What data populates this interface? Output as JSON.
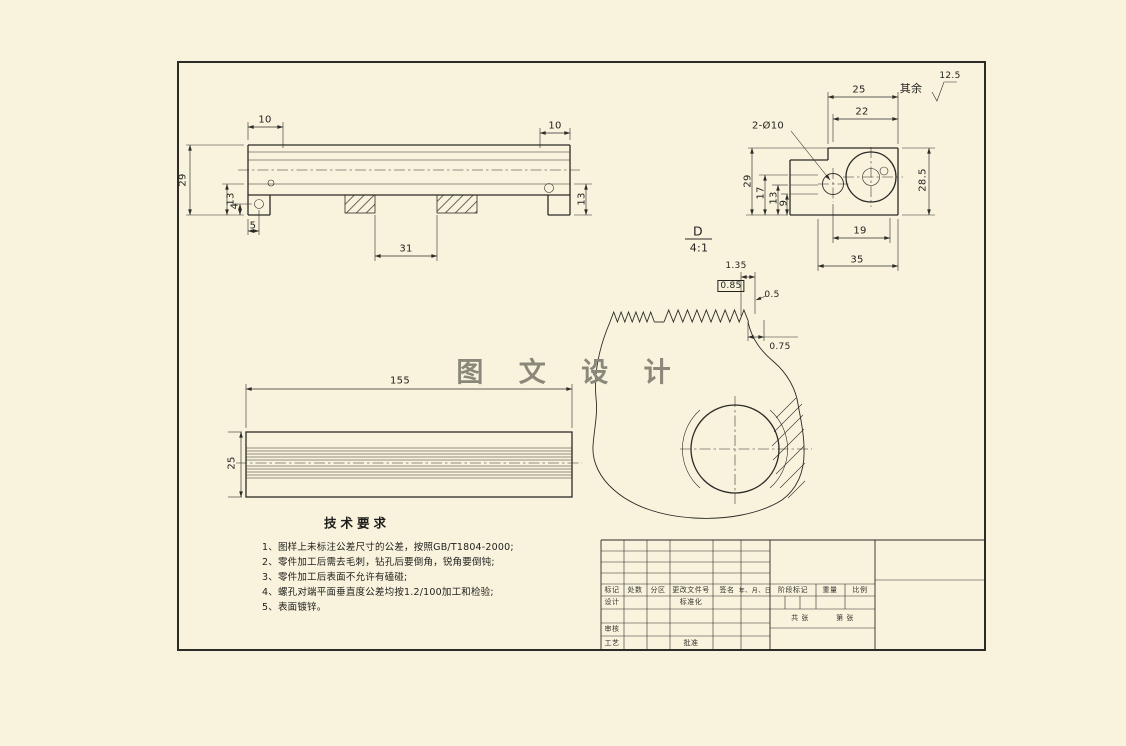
{
  "sheet": {
    "watermark": "图 文 设 计",
    "surface_default_label": "其余",
    "surface_roughness": "12.5"
  },
  "detail": {
    "id": "D",
    "scale": "4:1"
  },
  "side_view": {
    "dim_10_left": "10",
    "dim_10_right": "10",
    "dim_29": "29",
    "dim_13_left": "13",
    "dim_4": "4",
    "dim_5": "5",
    "dim_31": "31",
    "dim_13_right": "13"
  },
  "end_view": {
    "dim_25": "25",
    "dim_22": "22",
    "dim_holes": "2-Ø10",
    "dim_29": "29",
    "dim_17": "17",
    "dim_13": "13",
    "dim_9": "9",
    "dim_19": "19",
    "dim_35": "35",
    "dim_28_5": "28.5"
  },
  "thread_detail": {
    "dim_1_35": "1.35",
    "dim_0_85": "0.85",
    "dim_0_5": "0.5",
    "dim_0_75": "0.75"
  },
  "plan_view": {
    "dim_155": "155",
    "dim_25": "25"
  },
  "tech_requirements": {
    "title": "技术要求",
    "items": [
      "1、图样上未标注公差尺寸的公差，按照GB/T1804-2000;",
      "2、零件加工后需去毛刺，钻孔后要倒角，锐角要倒钝;",
      "3、零件加工后表面不允许有磕碰;",
      "4、螺孔对端平面垂直度公差均按1.2/100加工和检验;",
      "5、表面镀锌。"
    ]
  },
  "title_block": {
    "mark": "标记",
    "count": "处数",
    "zone": "分区",
    "change_doc": "更改文件号",
    "signature": "签名",
    "date": "年、月、日",
    "design": "设计",
    "standardization": "标准化",
    "stage_mark": "阶段标记",
    "weight": "重量",
    "scale": "比例",
    "audit": "审核",
    "craft": "工艺",
    "approve": "批准",
    "sheets_total": "共 张",
    "sheet_number": "第 张"
  }
}
